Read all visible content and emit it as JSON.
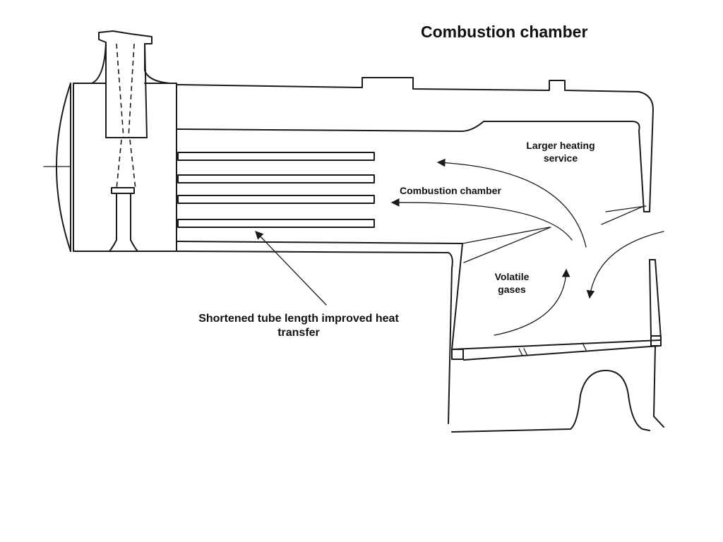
{
  "diagram": {
    "title": "Combustion chamber",
    "labels": {
      "larger_heating_line1": "Larger heating",
      "larger_heating_line2": "service",
      "combustion_chamber": "Combustion chamber",
      "volatile_line1": "Volatile",
      "volatile_line2": "gases",
      "shortened_line1": "Shortened tube length improved heat",
      "shortened_line2": "transfer"
    }
  }
}
